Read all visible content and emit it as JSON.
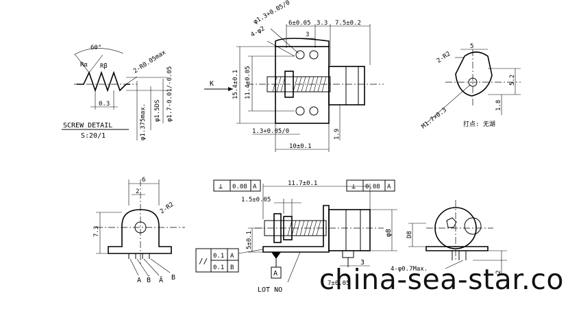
{
  "screw_detail": {
    "angle": "60°",
    "radius": "2-R0.05max",
    "pitch": "0.3",
    "minor_dia": "φ1.375max.",
    "pitch_dia": "φ1.5DS",
    "major_dia": "φ1.7-0.01/-0.05",
    "title": "SCREW DETAIL",
    "scale": "S:20/1"
  },
  "front_view": {
    "hole_dia": "φ1.3+0.05/0",
    "holes": "4-φ2",
    "dim_top1": "6±0.05",
    "dim_top2": "3.3",
    "dim_top3": "7.5±0.2",
    "dim_top4": "3",
    "view_arrow": "K",
    "height_outer": "15.4±0.1",
    "height_inner": "11.4±0.05",
    "dim_bottom1": "1.3+0.05/0",
    "dim_bottom2": "10±0.1",
    "dim_right": "1.9"
  },
  "k_view": {
    "width": "5",
    "radius": "2-R2",
    "thread": "M1.7×0.3",
    "height": "5.2",
    "offset": "1.8",
    "note": "打点: 无湖"
  },
  "bracket_view": {
    "width": "6",
    "half": "2",
    "radius": "2-R2",
    "height": "7.3",
    "pins": [
      "A",
      "B̄",
      "Ā",
      "B"
    ]
  },
  "side_view": {
    "perp_left": "⊥",
    "tol_left": "0.08",
    "ref_left": "A",
    "length": "11.7±0.1",
    "perp_right": "⊥",
    "tol_right": "0.08",
    "ref_right": "A",
    "dim_step": "1.5±0.05",
    "height": "5±0.1",
    "dia": "φ8",
    "par_symbol": "//",
    "par_tol1": "0.1",
    "par_ref1": "A",
    "par_tol2": "0.1",
    "par_ref2": "B",
    "datum": "A",
    "lot": "LOT NO",
    "pin_len": "3",
    "span": "7±0.05"
  },
  "end_view": {
    "height": "D8",
    "pins": "4-φ0.7Max.",
    "pin_len": "2"
  },
  "watermark": "china-sea-star.co"
}
